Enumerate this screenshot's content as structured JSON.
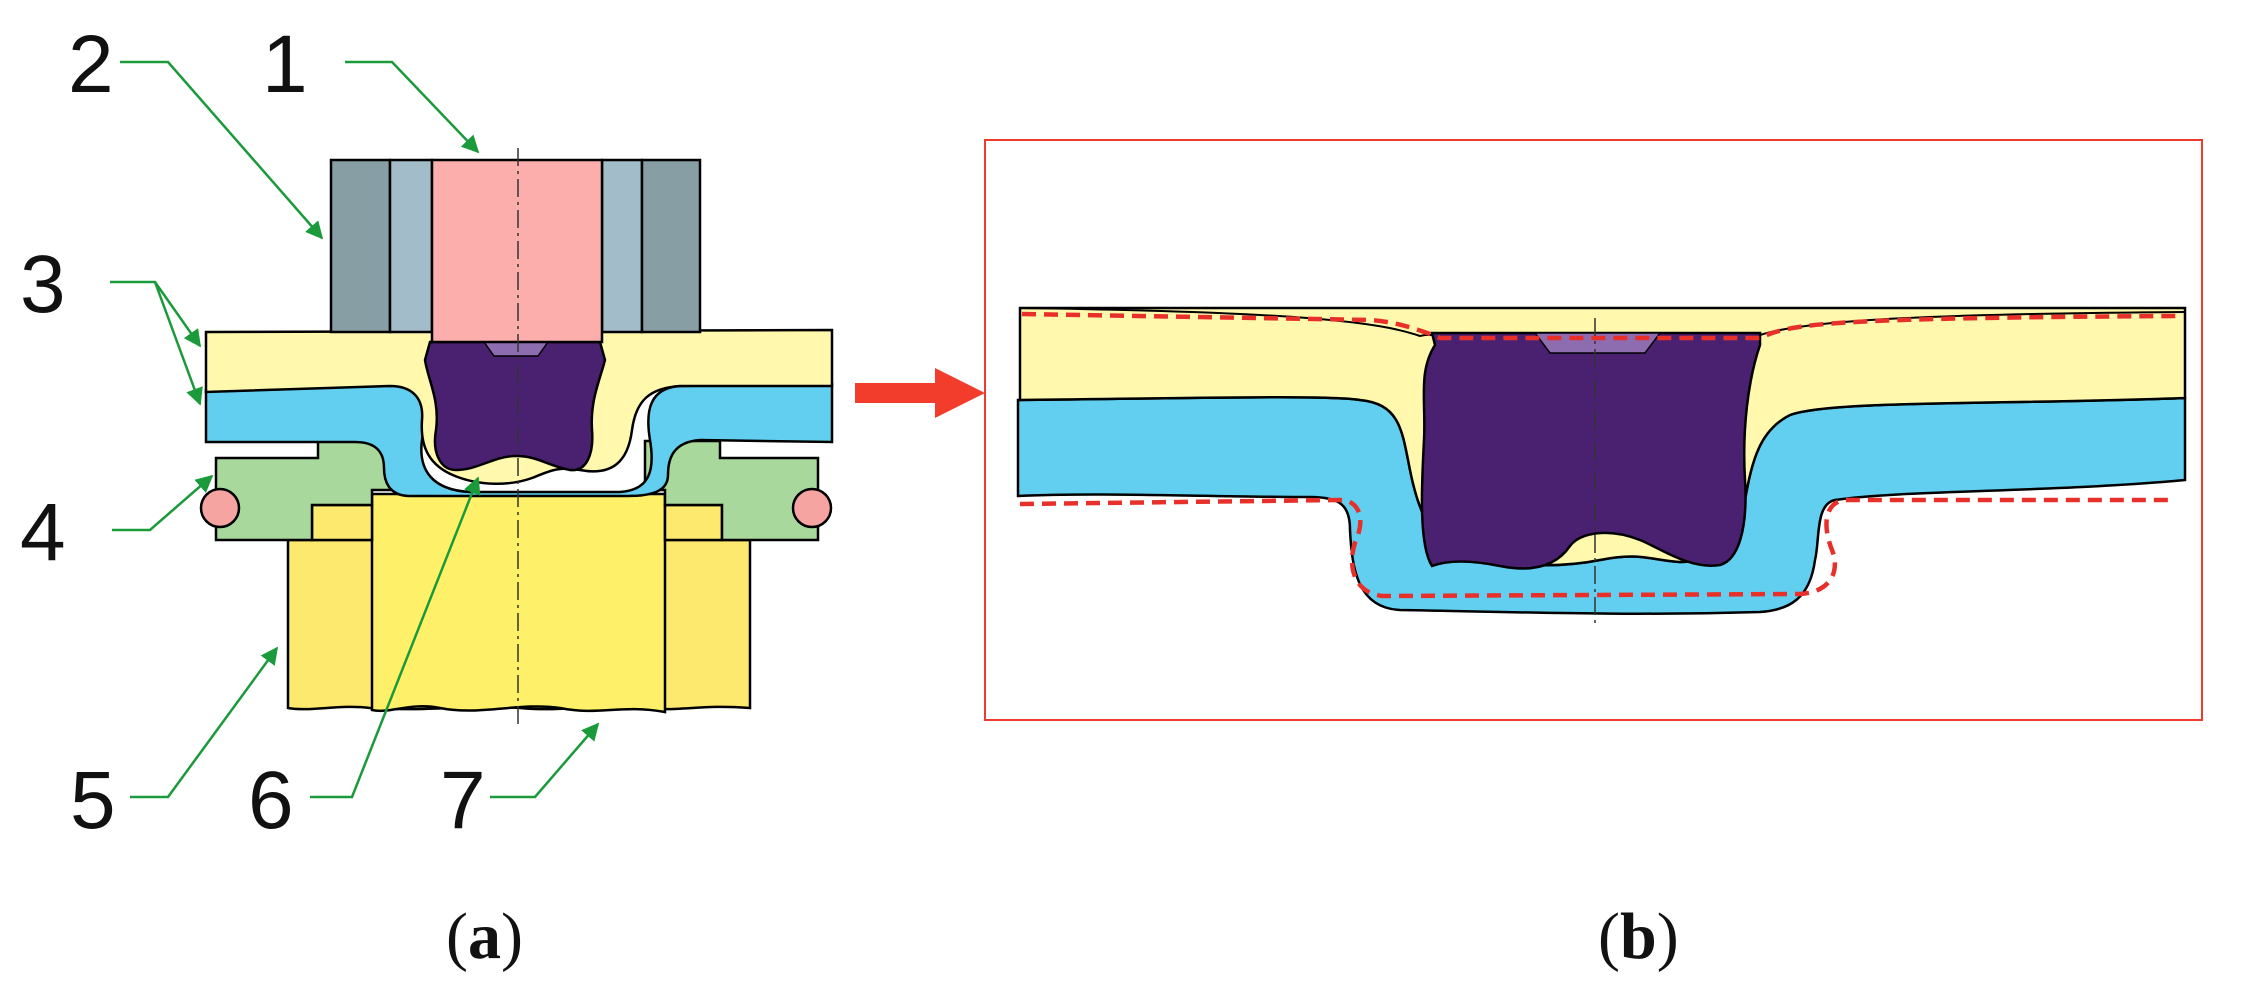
{
  "panel_a": {
    "caption_open": "(",
    "caption_letter": "a",
    "caption_close": ")",
    "callouts": [
      "1",
      "2",
      "3",
      "4",
      "5",
      "6",
      "7"
    ]
  },
  "panel_b": {
    "caption_open": "(",
    "caption_letter": "b",
    "caption_close": ")"
  },
  "colors": {
    "punch": "#fbaeab",
    "blank_holder_outer": "#879fa4",
    "blank_holder_inner": "#a2bdc9",
    "upper_sheet": "#fff8ad",
    "lower_sheet": "#62cff0",
    "rivet": "#4a2070",
    "rivet_tip": "#8e6cb0",
    "spring_plate": "#a8d89c",
    "spring_ball": "#f6a4a2",
    "die_outer": "#fde96e",
    "die_center": "#fff06a",
    "leader": "#1a9a3a",
    "detail_frame": "#ee3b2f",
    "profile_dash": "#e8302a",
    "arrow": "#f23c2c"
  }
}
